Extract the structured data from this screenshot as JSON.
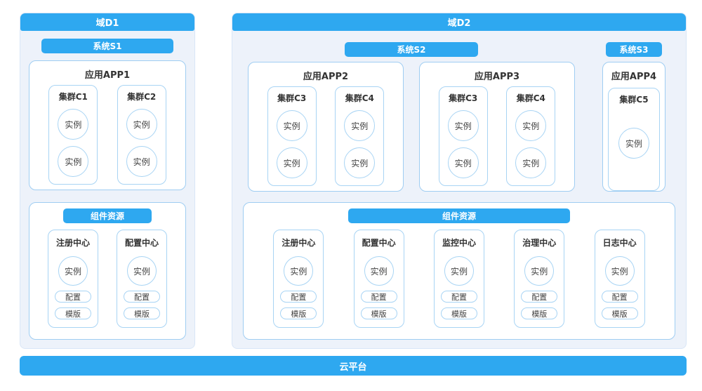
{
  "colors": {
    "accent": "#2EA8F0",
    "panel_bg": "#EDF2FA",
    "box_border": "#9FCDF2",
    "light_border": "#A8D4F4"
  },
  "platform": {
    "label": "云平台"
  },
  "domains": [
    {
      "title": "域D1",
      "system_badges": [
        "系统S1"
      ],
      "apps": [
        {
          "title": "应用APP1",
          "clusters": [
            {
              "title": "集群C1",
              "instances": [
                "实例",
                "实例"
              ]
            },
            {
              "title": "集群C2",
              "instances": [
                "实例",
                "实例"
              ]
            }
          ]
        }
      ],
      "component_section": {
        "badge": "组件资源",
        "centers": [
          {
            "title": "注册中心",
            "instance": "实例",
            "pills": [
              "配置",
              "模版"
            ]
          },
          {
            "title": "配置中心",
            "instance": "实例",
            "pills": [
              "配置",
              "模版"
            ]
          }
        ]
      }
    },
    {
      "title": "域D2",
      "system_badges": [
        "系统S2",
        "系统S3"
      ],
      "apps": [
        {
          "title": "应用APP2",
          "clusters": [
            {
              "title": "集群C3",
              "instances": [
                "实例",
                "实例"
              ]
            },
            {
              "title": "集群C4",
              "instances": [
                "实例",
                "实例"
              ]
            }
          ]
        },
        {
          "title": "应用APP3",
          "clusters": [
            {
              "title": "集群C3",
              "instances": [
                "实例",
                "实例"
              ]
            },
            {
              "title": "集群C4",
              "instances": [
                "实例",
                "实例"
              ]
            }
          ]
        },
        {
          "title": "应用APP4",
          "clusters": [
            {
              "title": "集群C5",
              "instances": [
                "实例"
              ]
            }
          ]
        }
      ],
      "component_section": {
        "badge": "组件资源",
        "centers": [
          {
            "title": "注册中心",
            "instance": "实例",
            "pills": [
              "配置",
              "模版"
            ]
          },
          {
            "title": "配置中心",
            "instance": "实例",
            "pills": [
              "配置",
              "模版"
            ]
          },
          {
            "title": "监控中心",
            "instance": "实例",
            "pills": [
              "配置",
              "模版"
            ]
          },
          {
            "title": "治理中心",
            "instance": "实例",
            "pills": [
              "配置",
              "模版"
            ]
          },
          {
            "title": "日志中心",
            "instance": "实例",
            "pills": [
              "配置",
              "模版"
            ]
          }
        ]
      }
    }
  ]
}
